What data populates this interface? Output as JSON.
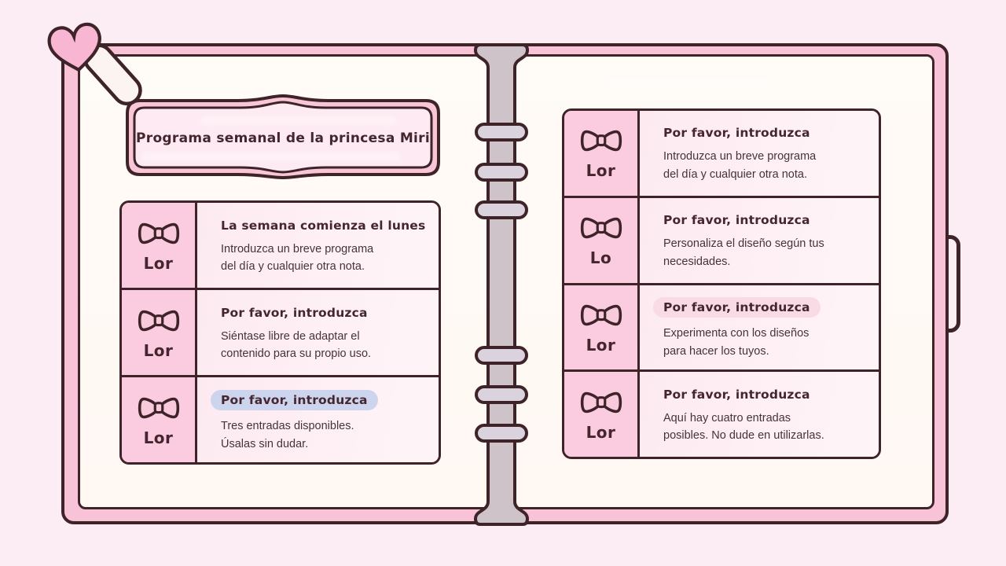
{
  "banner": {
    "title": "Programa semanal de la princesa Miri"
  },
  "left_page": {
    "cards": [
      {
        "icon": "bow-icon",
        "label": "Lor",
        "heading": "La semana comienza el lunes",
        "heading_highlight": "none",
        "body": "Introduzca un breve programa\ndel día y cualquier otra nota."
      },
      {
        "icon": "bow-icon",
        "label": "Lor",
        "heading": "Por favor, introduzca",
        "heading_highlight": "none",
        "body": "Siéntase libre de adaptar el\ncontenido para su propio uso."
      },
      {
        "icon": "bow-icon",
        "label": "Lor",
        "heading": "Por favor, introduzca",
        "heading_highlight": "lavender",
        "body": "Tres entradas disponibles.\nÚsalas sin dudar."
      }
    ]
  },
  "right_page": {
    "cards": [
      {
        "icon": "bow-icon",
        "label": "Lor",
        "heading": "Por favor, introduzca",
        "heading_highlight": "none",
        "body": "Introduzca un breve programa\ndel día y cualquier otra nota."
      },
      {
        "icon": "bow-icon",
        "label": "Lo",
        "heading": "Por favor, introduzca",
        "heading_highlight": "none",
        "body": "Personaliza el diseño según tus\nnecesidades."
      },
      {
        "icon": "bow-icon",
        "label": "Lor",
        "heading": "Por favor, introduzca",
        "heading_highlight": "pink",
        "body": "Experimenta con los diseños\npara hacer los tuyos."
      },
      {
        "icon": "bow-icon",
        "label": "Lor",
        "heading": "Por favor, introduzca",
        "heading_highlight": "none",
        "body": "Aquí hay cuatro entradas\nposibles. No dude en utilizarlas."
      }
    ]
  },
  "icons": {
    "card_icon": "bow-icon",
    "corner_decoration": "heart-pin-icon",
    "binding": "binder-rings-icon"
  },
  "colors": {
    "background": "#fcecf3",
    "cover_pink": "#f8c2d7",
    "page_cream": "#fffbf7",
    "outline_dark": "#3e2329",
    "label_cell_pink": "#fbccdf",
    "card_body_pink": "#fdeaf1",
    "banner_band_pink": "#f9c6d8",
    "banner_inner_pink": "#fdeaf2",
    "highlight_lavender": "#cdd5ee",
    "highlight_pink": "#f9dbe6",
    "binding_gray": "#cfc3ca",
    "ring_gray": "#dad3dd",
    "heart_pink": "#f8b6d2",
    "pin_white": "#fbf4f0",
    "text_dark": "#45262e",
    "body_text": "#473337"
  }
}
